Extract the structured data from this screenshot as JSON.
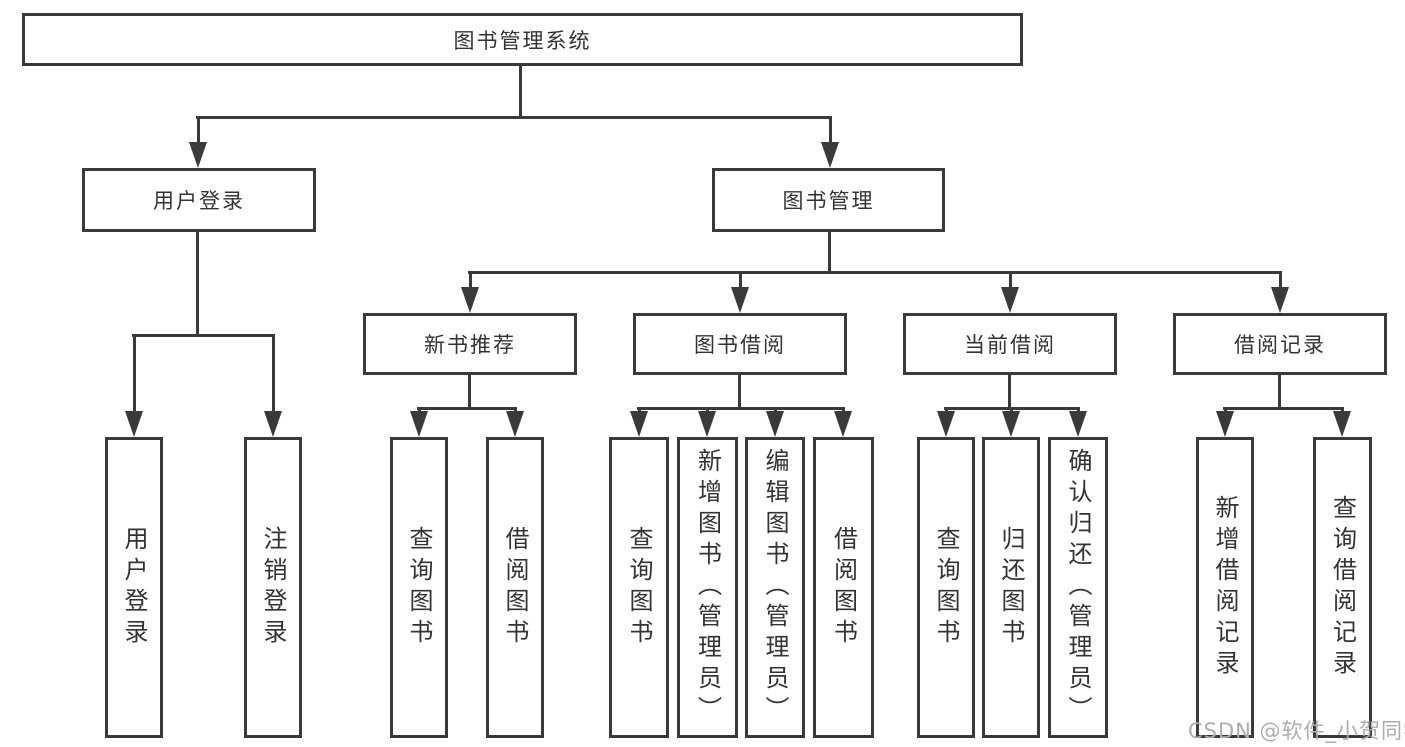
{
  "diagram": {
    "nodes": {
      "root": "图书管理系统",
      "user-login": "用户登录",
      "book-mgmt": "图书管理",
      "new-book-rec": "新书推荐",
      "book-borrow": "图书借阅",
      "current-borrow": "当前借阅",
      "borrow-record": "借阅记录",
      "login": "用户登录",
      "logout": "注销登录",
      "query-book-newrec": "查询图书",
      "borrow-book-newrec": "借阅图书",
      "query-book-borrow": "查询图书",
      "add-book-admin": "新增图书（管理员）",
      "edit-book-admin": "编辑图书（管理员）",
      "borrow-book-borrow": "借阅图书",
      "query-book-current": "查询图书",
      "return-book": "归还图书",
      "confirm-return-admin": "确认归还（管理员）",
      "add-borrow-record": "新增借阅记录",
      "query-borrow-record": "查询借阅记录"
    },
    "colors": {
      "line": "#3a3a3a",
      "text": "#333333",
      "watermark": "#adadad",
      "background": "#ffffff"
    },
    "watermark": "CSDN @软件_小贺同学"
  }
}
